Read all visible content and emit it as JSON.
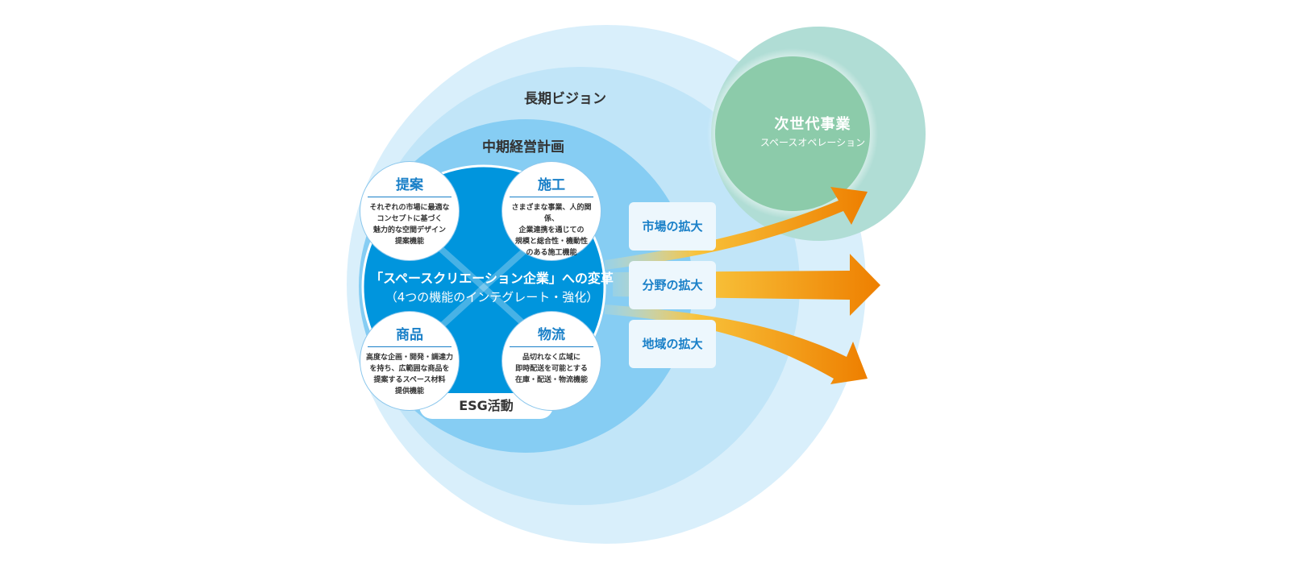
{
  "long_vision": "長期ビジョン",
  "mid_plan": "中期経営計画",
  "next_business": {
    "title": "次世代事業",
    "subtitle": "スペースオペレーション"
  },
  "center": {
    "title": "「スペースクリエーション企業」への変革",
    "subtitle": "（4つの機能のインテグレート・強化）"
  },
  "functions": [
    {
      "title": "提案",
      "desc": "それぞれの市場に最適な\nコンセプトに基づく\n魅力的な空間デザイン\n提案機能"
    },
    {
      "title": "施工",
      "desc": "さまざまな事業、人的関係、\n企業連携を通じての\n規模と総合性・機動性\nのある施工機能"
    },
    {
      "title": "商品",
      "desc": "高度な企画・開発・調達力\nを持ち、広範囲な商品を\n提案するスペース材料\n提供機能"
    },
    {
      "title": "物流",
      "desc": "品切れなく広域に\n即時配送を可能とする\n在庫・配送・物流機能"
    }
  ],
  "esg": "ESG活動",
  "expansions": [
    "市場の拡大",
    "分野の拡大",
    "地域の拡大"
  ],
  "colors": {
    "outer_ring": "#d9effb",
    "middle_ring": "#c1e5f8",
    "mid_plan_ring": "#86cdf3",
    "core": "#0095dd",
    "next_outer": "#b0ddd5",
    "next_inner": "#8ccbaa",
    "arrow_start": "#f8c23a",
    "arrow_end": "#ee7f00",
    "accent_text": "#1a80c8"
  }
}
